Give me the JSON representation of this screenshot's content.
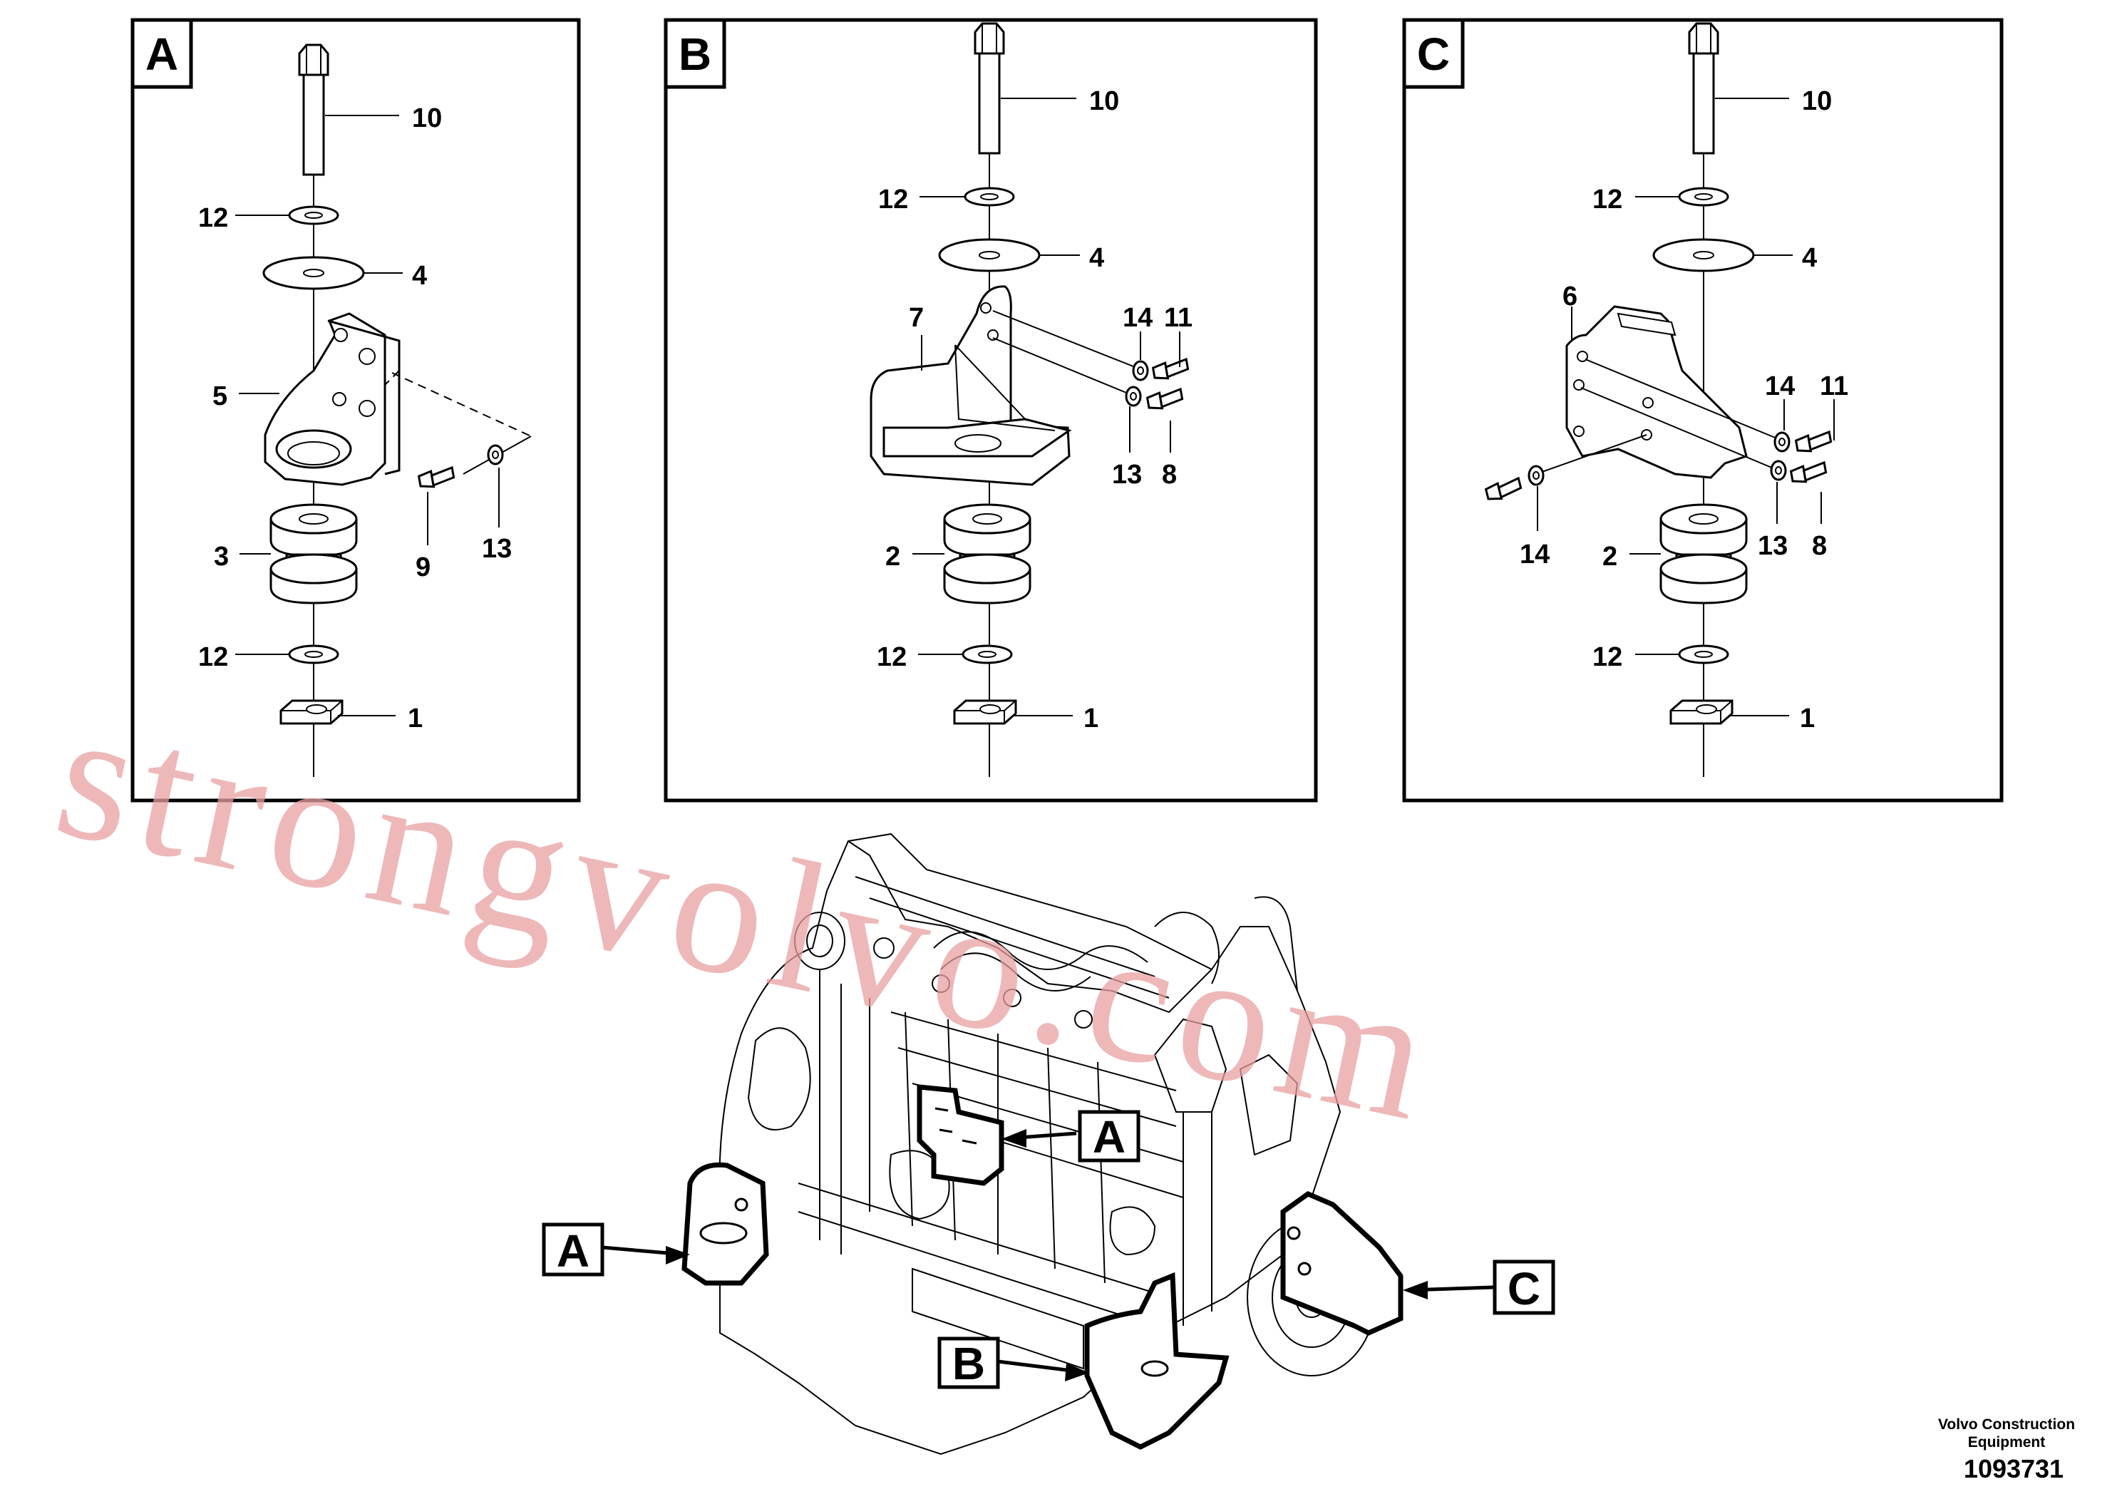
{
  "panels": [
    {
      "letter": "A",
      "callouts": {
        "bolt": "10",
        "washer_top": "12",
        "plate": "4",
        "bracket": "5",
        "cushion": "3",
        "washer_bottom": "12",
        "nut": "1",
        "screw": "9",
        "washer_side": "13"
      }
    },
    {
      "letter": "B",
      "callouts": {
        "bolt": "10",
        "washer_top": "12",
        "plate": "4",
        "bracket": "7",
        "washer_a": "14",
        "screw_a": "11",
        "washer_b": "13",
        "screw_b": "8",
        "cushion": "2",
        "washer_bottom": "12",
        "nut": "1"
      }
    },
    {
      "letter": "C",
      "callouts": {
        "bolt": "10",
        "washer_top": "12",
        "plate": "4",
        "bracket": "6",
        "washer_a": "14",
        "screw_a": "11",
        "washer_b": "13",
        "screw_b": "8",
        "washer_c": "14",
        "cushion": "2",
        "washer_bottom": "12",
        "nut": "1"
      }
    }
  ],
  "engine_labels": {
    "a1": "A",
    "a2": "A",
    "b": "B",
    "c": "C"
  },
  "watermark": "strongvolvo.com",
  "footer": {
    "company_line1": "Volvo Construction",
    "company_line2": "Equipment",
    "figure_number": "1093731"
  },
  "colors": {
    "line": "#000000",
    "watermark": "#e8a0a0"
  }
}
